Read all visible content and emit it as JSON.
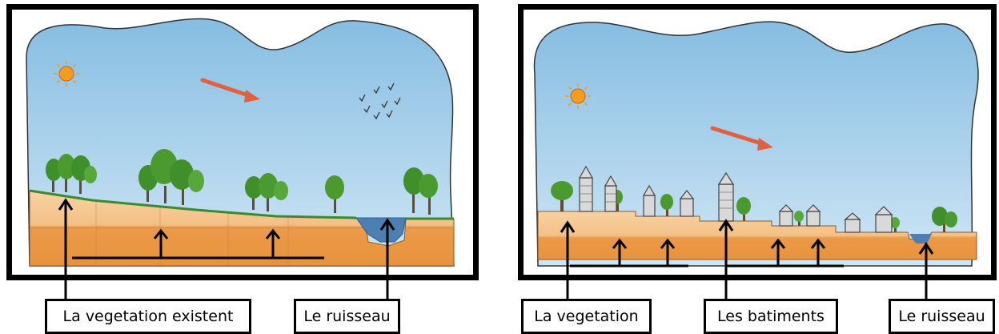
{
  "left_scene": {
    "labels": {
      "vegetation": "La vegetation existent",
      "stream": "Le ruisseau"
    }
  },
  "right_scene": {
    "labels": {
      "vegetation": "La vegetation",
      "buildings": "Les batiments",
      "stream": "Le ruisseau"
    }
  },
  "colors": {
    "sky": "#9fcbe6",
    "soil_top": "#f6cc97",
    "soil_bottom": "#ec9e4e",
    "grass": "#3a8a2e",
    "water": "#4d7fb2",
    "tree": "#3f8f2a",
    "sun": "#f39c1f",
    "wind_arrow": "#e0603f"
  }
}
